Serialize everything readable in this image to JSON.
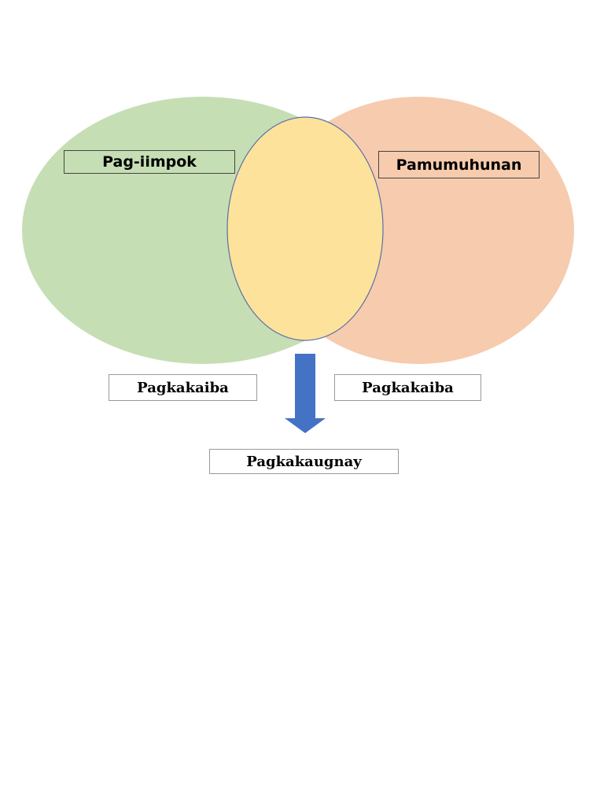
{
  "colors": {
    "left_set_fill": "#c6deb4",
    "right_set_fill": "#f6cbae",
    "overlap_fill": "#fde29b",
    "overlap_stroke": "#5b6ea6",
    "arrow_fill": "#4472c4"
  },
  "venn": {
    "left_set_label": "Pag-iimpok",
    "right_set_label": "Pamumuhunan"
  },
  "differences": {
    "left_label": "Pagkakaiba",
    "right_label": "Pagkakaiba"
  },
  "relation": {
    "label": "Pagkakaugnay"
  }
}
